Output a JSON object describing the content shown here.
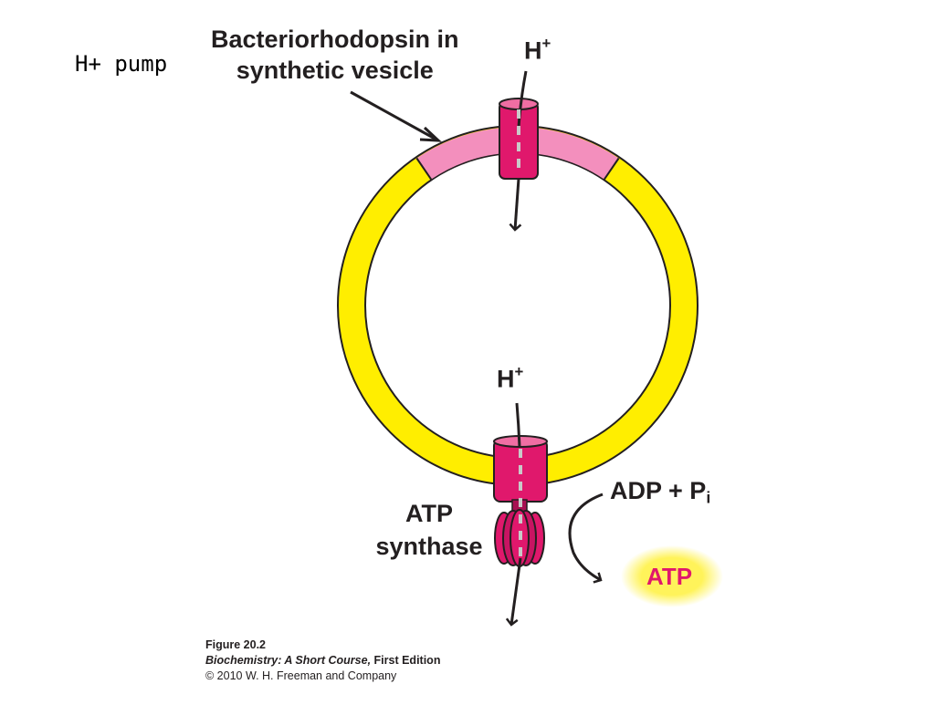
{
  "slide": {
    "label": "H+ pump"
  },
  "diagram": {
    "vesicle_label_line1": "Bacteriorhodopsin in",
    "vesicle_label_line2": "synthetic vesicle",
    "proton_symbol": "H",
    "proton_charge": "+",
    "atp_synthase_line1": "ATP",
    "atp_synthase_line2": "synthase",
    "adp_text": "ADP + P",
    "adp_subscript": "i",
    "atp_product": "ATP"
  },
  "caption": {
    "figure": "Figure 20.2",
    "book_title": "Biochemistry: A Short Course,",
    "edition": " First Edition",
    "copyright": "© 2010 W. H. Freeman and Company"
  },
  "colors": {
    "membrane": "#ffee00",
    "membrane_stroke": "#231f20",
    "bacteriorhodopsin_patch": "#f38fbd",
    "protein": "#e0186c",
    "protein_dark": "#a80f52",
    "atp_glow": "#fff35a",
    "atp_text": "#e0186c"
  }
}
